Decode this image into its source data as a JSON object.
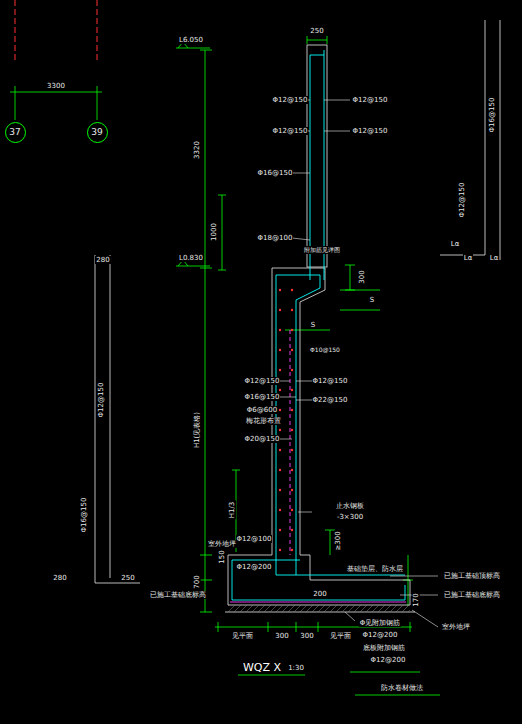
{
  "diagram": {
    "nodes": [
      {
        "text": [
          "37"
        ]
      },
      {
        "text": [
          "39"
        ]
      }
    ],
    "labels": [
      "3300",
      "L6.050",
      "250",
      "Φ12@150",
      "Φ12@150",
      "Φ12@150",
      "Φ12@150",
      "Φ16@150",
      "1000",
      "3320",
      "Φ18@100",
      "附加筋见详图",
      "L0.830",
      "300",
      "S",
      "S",
      "Φ10@150",
      "Φ12@150",
      "Φ12@150",
      "Φ16@150",
      "Φ22@150",
      "Φ6@600",
      "梅花形布置",
      "Φ20@150",
      "H1(见表格)",
      "止水钢板",
      "-3×300",
      "H1/3",
      "≥300",
      "室外地坪",
      "Φ12@100",
      "Φ12@200",
      "700",
      "150",
      "已施工基础底标高",
      "基础垫层、防水层",
      "200",
      "已施工基础顶标高",
      "已施工基础底标高",
      "室外地坪",
      "Φ见附加钢筋",
      "Φ12@200",
      "底板附加钢筋",
      "Φ12@200",
      "防水卷材做法",
      "见平面",
      "300",
      "300",
      "见平面",
      "WQZ X",
      "1:30",
      "Φ12@150",
      "Φ16@150",
      "280",
      "250",
      "280",
      "Φ12@150",
      "Φ16@150",
      "Lα",
      "Lα",
      "Lα",
      "170"
    ]
  }
}
